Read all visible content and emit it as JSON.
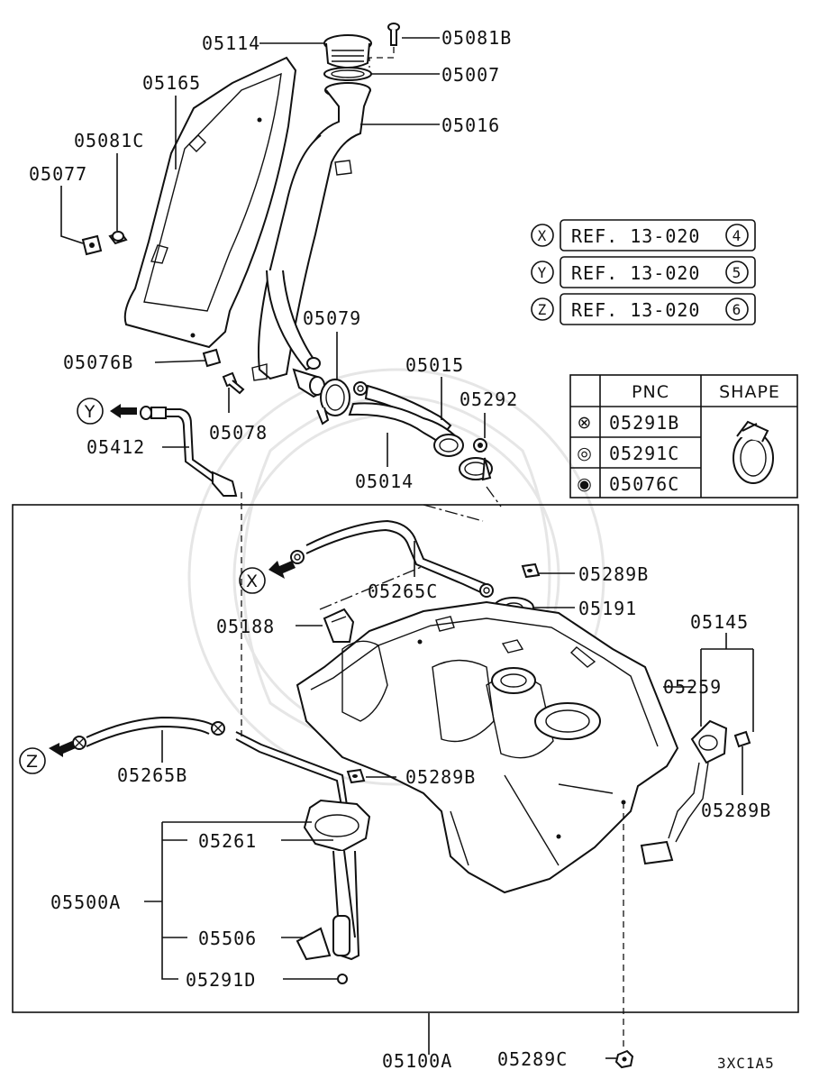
{
  "diagram_code": "3XC1A5",
  "callouts": {
    "c05114": "05114",
    "c05081B": "05081B",
    "c05165": "05165",
    "c05007": "05007",
    "c05016": "05016",
    "c05081C": "05081C",
    "c05077": "05077",
    "c05079": "05079",
    "c05076B": "05076B",
    "c05015": "05015",
    "c05292": "05292",
    "c05078": "05078",
    "c05412": "05412",
    "c05014": "05014",
    "c05265C": "05265C",
    "c05289B_top": "05289B",
    "c05191": "05191",
    "c05188": "05188",
    "c05145": "05145",
    "c05259": "05259",
    "c05289B_mid": "05289B",
    "c05289B_right": "05289B",
    "c05265B": "05265B",
    "c05261": "05261",
    "c05500A": "05500A",
    "c05506": "05506",
    "c05291D": "05291D",
    "c05100A": "05100A",
    "c05289C": "05289C"
  },
  "refs": [
    {
      "letter": "X",
      "text": "REF. 13-020",
      "num": "4"
    },
    {
      "letter": "Y",
      "text": "REF. 13-020",
      "num": "5"
    },
    {
      "letter": "Z",
      "text": "REF. 13-020",
      "num": "6"
    }
  ],
  "arrow_letters": {
    "y": "Y",
    "x": "X",
    "z": "Z"
  },
  "table": {
    "headers": {
      "pnc": "PNC",
      "shape": "SHAPE"
    },
    "rows": [
      {
        "symbol": "⊗",
        "pnc": "05291B"
      },
      {
        "symbol": "◎",
        "pnc": "05291C"
      },
      {
        "symbol": "◉",
        "pnc": "05076C"
      }
    ]
  }
}
